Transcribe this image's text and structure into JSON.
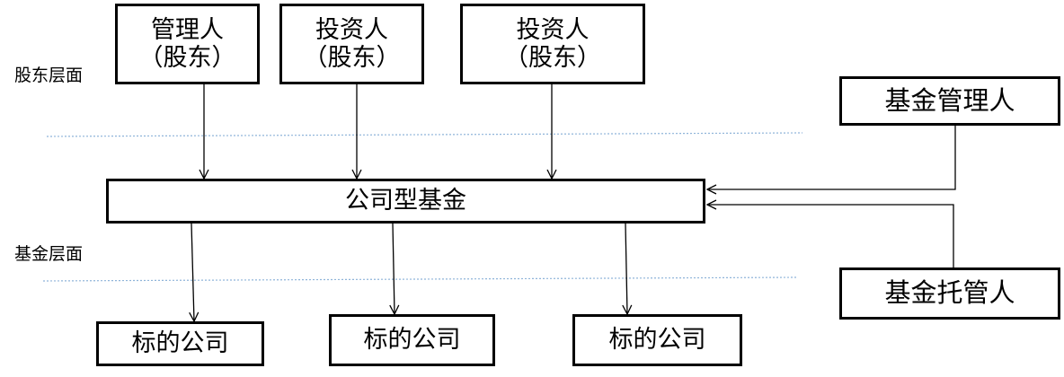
{
  "layers": {
    "shareholder": "股东层面",
    "fund": "基金层面"
  },
  "shareholders": [
    {
      "line1": "管理人",
      "line2": "（股东）"
    },
    {
      "line1": "投资人",
      "line2": "（股东）"
    },
    {
      "line1": "投资人",
      "line2": "（股东）"
    }
  ],
  "fund": "公司型基金",
  "fund_manager": "基金管理人",
  "custodian": "基金托管人",
  "targets": [
    "标的公司",
    "标的公司",
    "标的公司"
  ],
  "colors": {
    "divider": "#8fb4d9",
    "stroke": "#000000"
  }
}
